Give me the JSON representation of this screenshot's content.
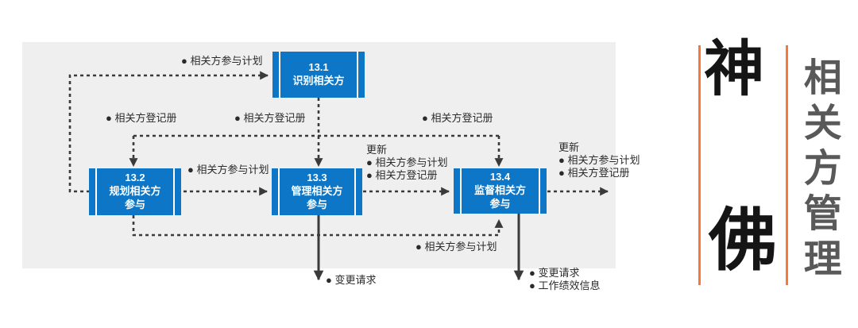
{
  "diagram": {
    "nodes": {
      "n131": {
        "number": "13.1",
        "name": "识别相关方"
      },
      "n132": {
        "number": "13.2",
        "name": "规划相关方参与"
      },
      "n133": {
        "number": "13.3",
        "name": "管理相关方参与"
      },
      "n134": {
        "number": "13.4",
        "name": "监督相关方参与"
      }
    },
    "labels": {
      "plan": "● 相关方参与计划",
      "register": "● 相关方登记册",
      "update_title": "更新",
      "change_request": "● 变更请求",
      "work_performance": "● 工作绩效信息"
    },
    "colors": {
      "node_blue": "#0d76c6",
      "line": "#3a3a3a",
      "panel_bg": "#efefef"
    }
  },
  "side_panel": {
    "brand_char_top": "神",
    "brand_char_bottom": "佛",
    "vertical_title": "相关方管理",
    "colors": {
      "accent_orange": "#f5793b",
      "title_gray": "#595959",
      "brand_black": "#151515"
    }
  }
}
